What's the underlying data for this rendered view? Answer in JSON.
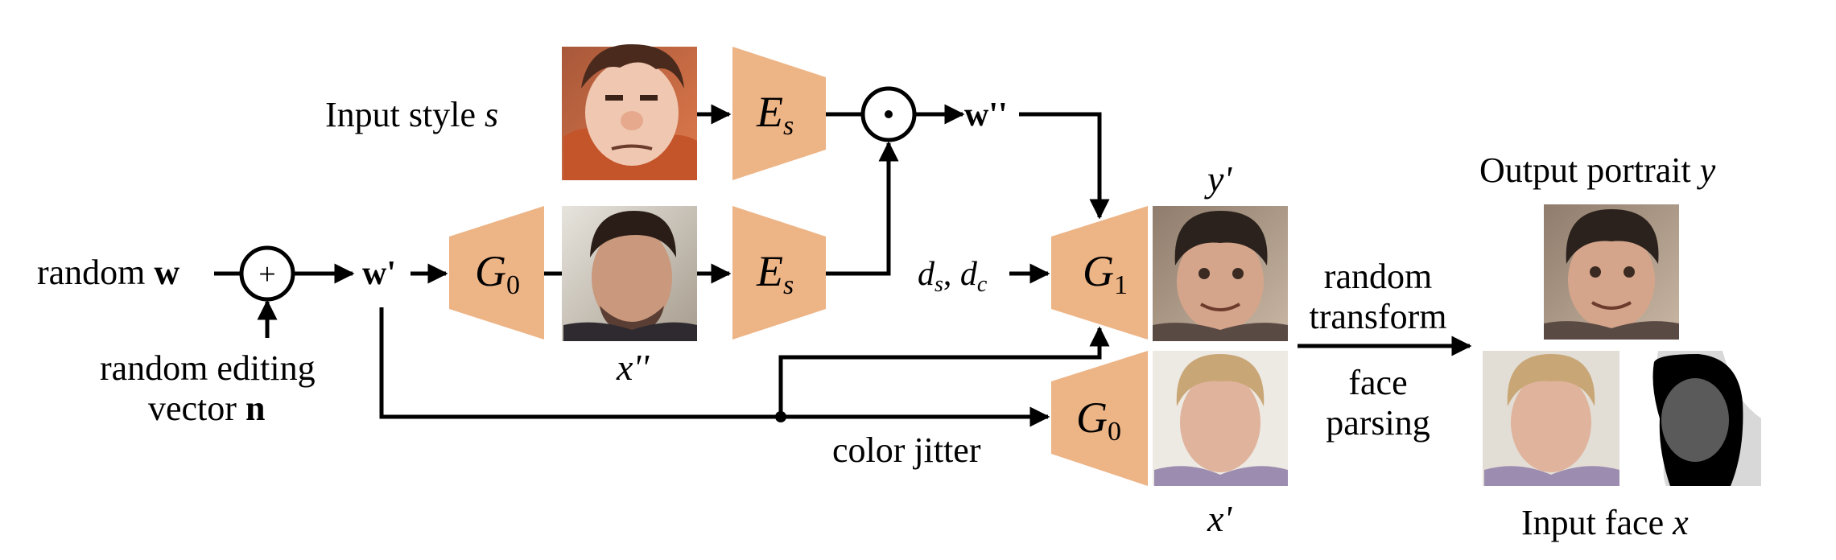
{
  "labels": {
    "input_style": "Input style",
    "input_style_var": "s",
    "random": "random",
    "w": "w",
    "w_prime": "w'",
    "w_dprime": "w''",
    "random_editing_1": "random editing",
    "random_editing_2": "vector",
    "n": "n",
    "x_dprime": "x''",
    "ds_dc_d1": "d",
    "ds_dc_s": "s",
    "ds_dc_sep": ", ",
    "ds_dc_d2": "d",
    "ds_dc_c": "c",
    "color_jitter": "color jitter",
    "y_prime": "y'",
    "x_prime": "x'",
    "random_transform_1": "random",
    "random_transform_2": "transform",
    "face_parsing_1": "face",
    "face_parsing_2": "parsing",
    "output_portrait": "Output portrait",
    "output_portrait_var": "y",
    "input_face": "Input face",
    "input_face_var": "x"
  },
  "blocks": {
    "es_top": {
      "letter": "E",
      "sub": "s"
    },
    "es_mid": {
      "letter": "E",
      "sub": "s"
    },
    "g0_left": {
      "letter": "G",
      "sub": "0"
    },
    "g1": {
      "letter": "G",
      "sub": "1"
    },
    "g0_right": {
      "letter": "G",
      "sub": "0"
    }
  },
  "operators": {
    "plus": "+",
    "dot": "⊙"
  },
  "colors": {
    "block_fill": "#edb486",
    "line": "#000000"
  },
  "images": {
    "style_cartoon": "cartoon-character-portrait",
    "real_face_x2": "generated-real-face",
    "stylized_y1": "stylized-face-output",
    "real_face_x1": "generated-real-face-blond",
    "output_y": "output-stylized-portrait",
    "input_x": "input-real-face",
    "parsing_mask": "face-parsing-mask"
  }
}
